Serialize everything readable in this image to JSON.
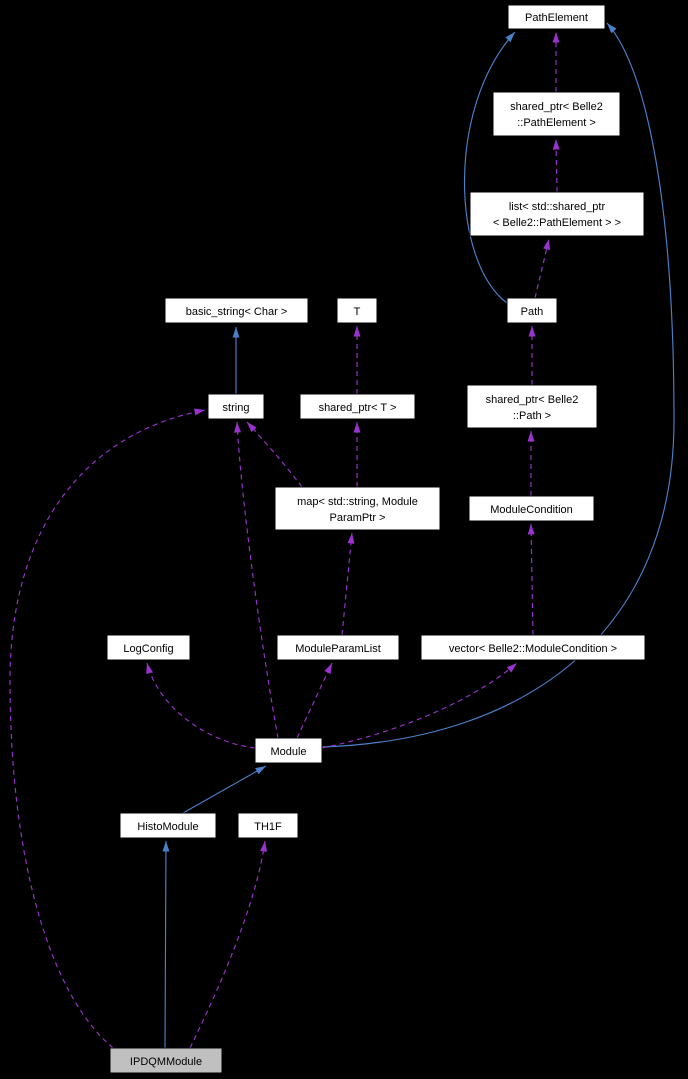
{
  "colors": {
    "background": "#000000",
    "node_fill": "#ffffff",
    "node_border": "#000000",
    "highlight_fill": "#c0c0c0",
    "text": "#000000",
    "inheritance": "#4a80c9",
    "usage": "#9a32cd"
  },
  "nodes": {
    "pathelement": {
      "label": "PathElement"
    },
    "shared_ptr_pathelement": {
      "line1": "shared_ptr< Belle2",
      "line2": "::PathElement >"
    },
    "list_shared_ptr": {
      "line1": "list< std::shared_ptr",
      "line2": "< Belle2::PathElement > >"
    },
    "path": {
      "label": "Path"
    },
    "basic_string": {
      "label": "basic_string< Char >"
    },
    "t": {
      "label": "T"
    },
    "string": {
      "label": "string"
    },
    "shared_ptr_t": {
      "label": "shared_ptr< T >"
    },
    "shared_ptr_path": {
      "line1": "shared_ptr< Belle2",
      "line2": "::Path >"
    },
    "map": {
      "line1": "map< std::string, Module",
      "line2": "ParamPtr >"
    },
    "module_condition": {
      "label": "ModuleCondition"
    },
    "log_config": {
      "label": "LogConfig"
    },
    "module_param_list": {
      "label": "ModuleParamList"
    },
    "vector": {
      "label": "vector< Belle2::ModuleCondition >"
    },
    "module": {
      "label": "Module"
    },
    "histo_module": {
      "label": "HistoModule"
    },
    "th1f": {
      "label": "TH1F"
    },
    "ipdqm_module": {
      "label": "IPDQMModule"
    }
  },
  "edges": [
    {
      "from": "string",
      "to": "basic_string",
      "style": "inheritance"
    },
    {
      "from": "path",
      "to": "pathelement",
      "style": "inheritance"
    },
    {
      "from": "module",
      "to": "pathelement",
      "style": "inheritance"
    },
    {
      "from": "histo_module",
      "to": "module",
      "style": "inheritance"
    },
    {
      "from": "ipdqm_module",
      "to": "histo_module",
      "style": "inheritance"
    },
    {
      "from": "shared_ptr_pathelement",
      "to": "pathelement",
      "style": "usage"
    },
    {
      "from": "list_shared_ptr",
      "to": "shared_ptr_pathelement",
      "style": "usage"
    },
    {
      "from": "path",
      "to": "list_shared_ptr",
      "style": "usage"
    },
    {
      "from": "shared_ptr_path",
      "to": "path",
      "style": "usage"
    },
    {
      "from": "module_condition",
      "to": "shared_ptr_path",
      "style": "usage"
    },
    {
      "from": "vector",
      "to": "module_condition",
      "style": "usage"
    },
    {
      "from": "shared_ptr_t",
      "to": "t",
      "style": "usage"
    },
    {
      "from": "map",
      "to": "shared_ptr_t",
      "style": "usage"
    },
    {
      "from": "map",
      "to": "string",
      "style": "usage"
    },
    {
      "from": "module_param_list",
      "to": "map",
      "style": "usage"
    },
    {
      "from": "module",
      "to": "string",
      "style": "usage"
    },
    {
      "from": "module",
      "to": "log_config",
      "style": "usage"
    },
    {
      "from": "module",
      "to": "module_param_list",
      "style": "usage"
    },
    {
      "from": "module",
      "to": "vector",
      "style": "usage"
    },
    {
      "from": "ipdqm_module",
      "to": "th1f",
      "style": "usage"
    },
    {
      "from": "ipdqm_module",
      "to": "string",
      "style": "usage"
    }
  ]
}
